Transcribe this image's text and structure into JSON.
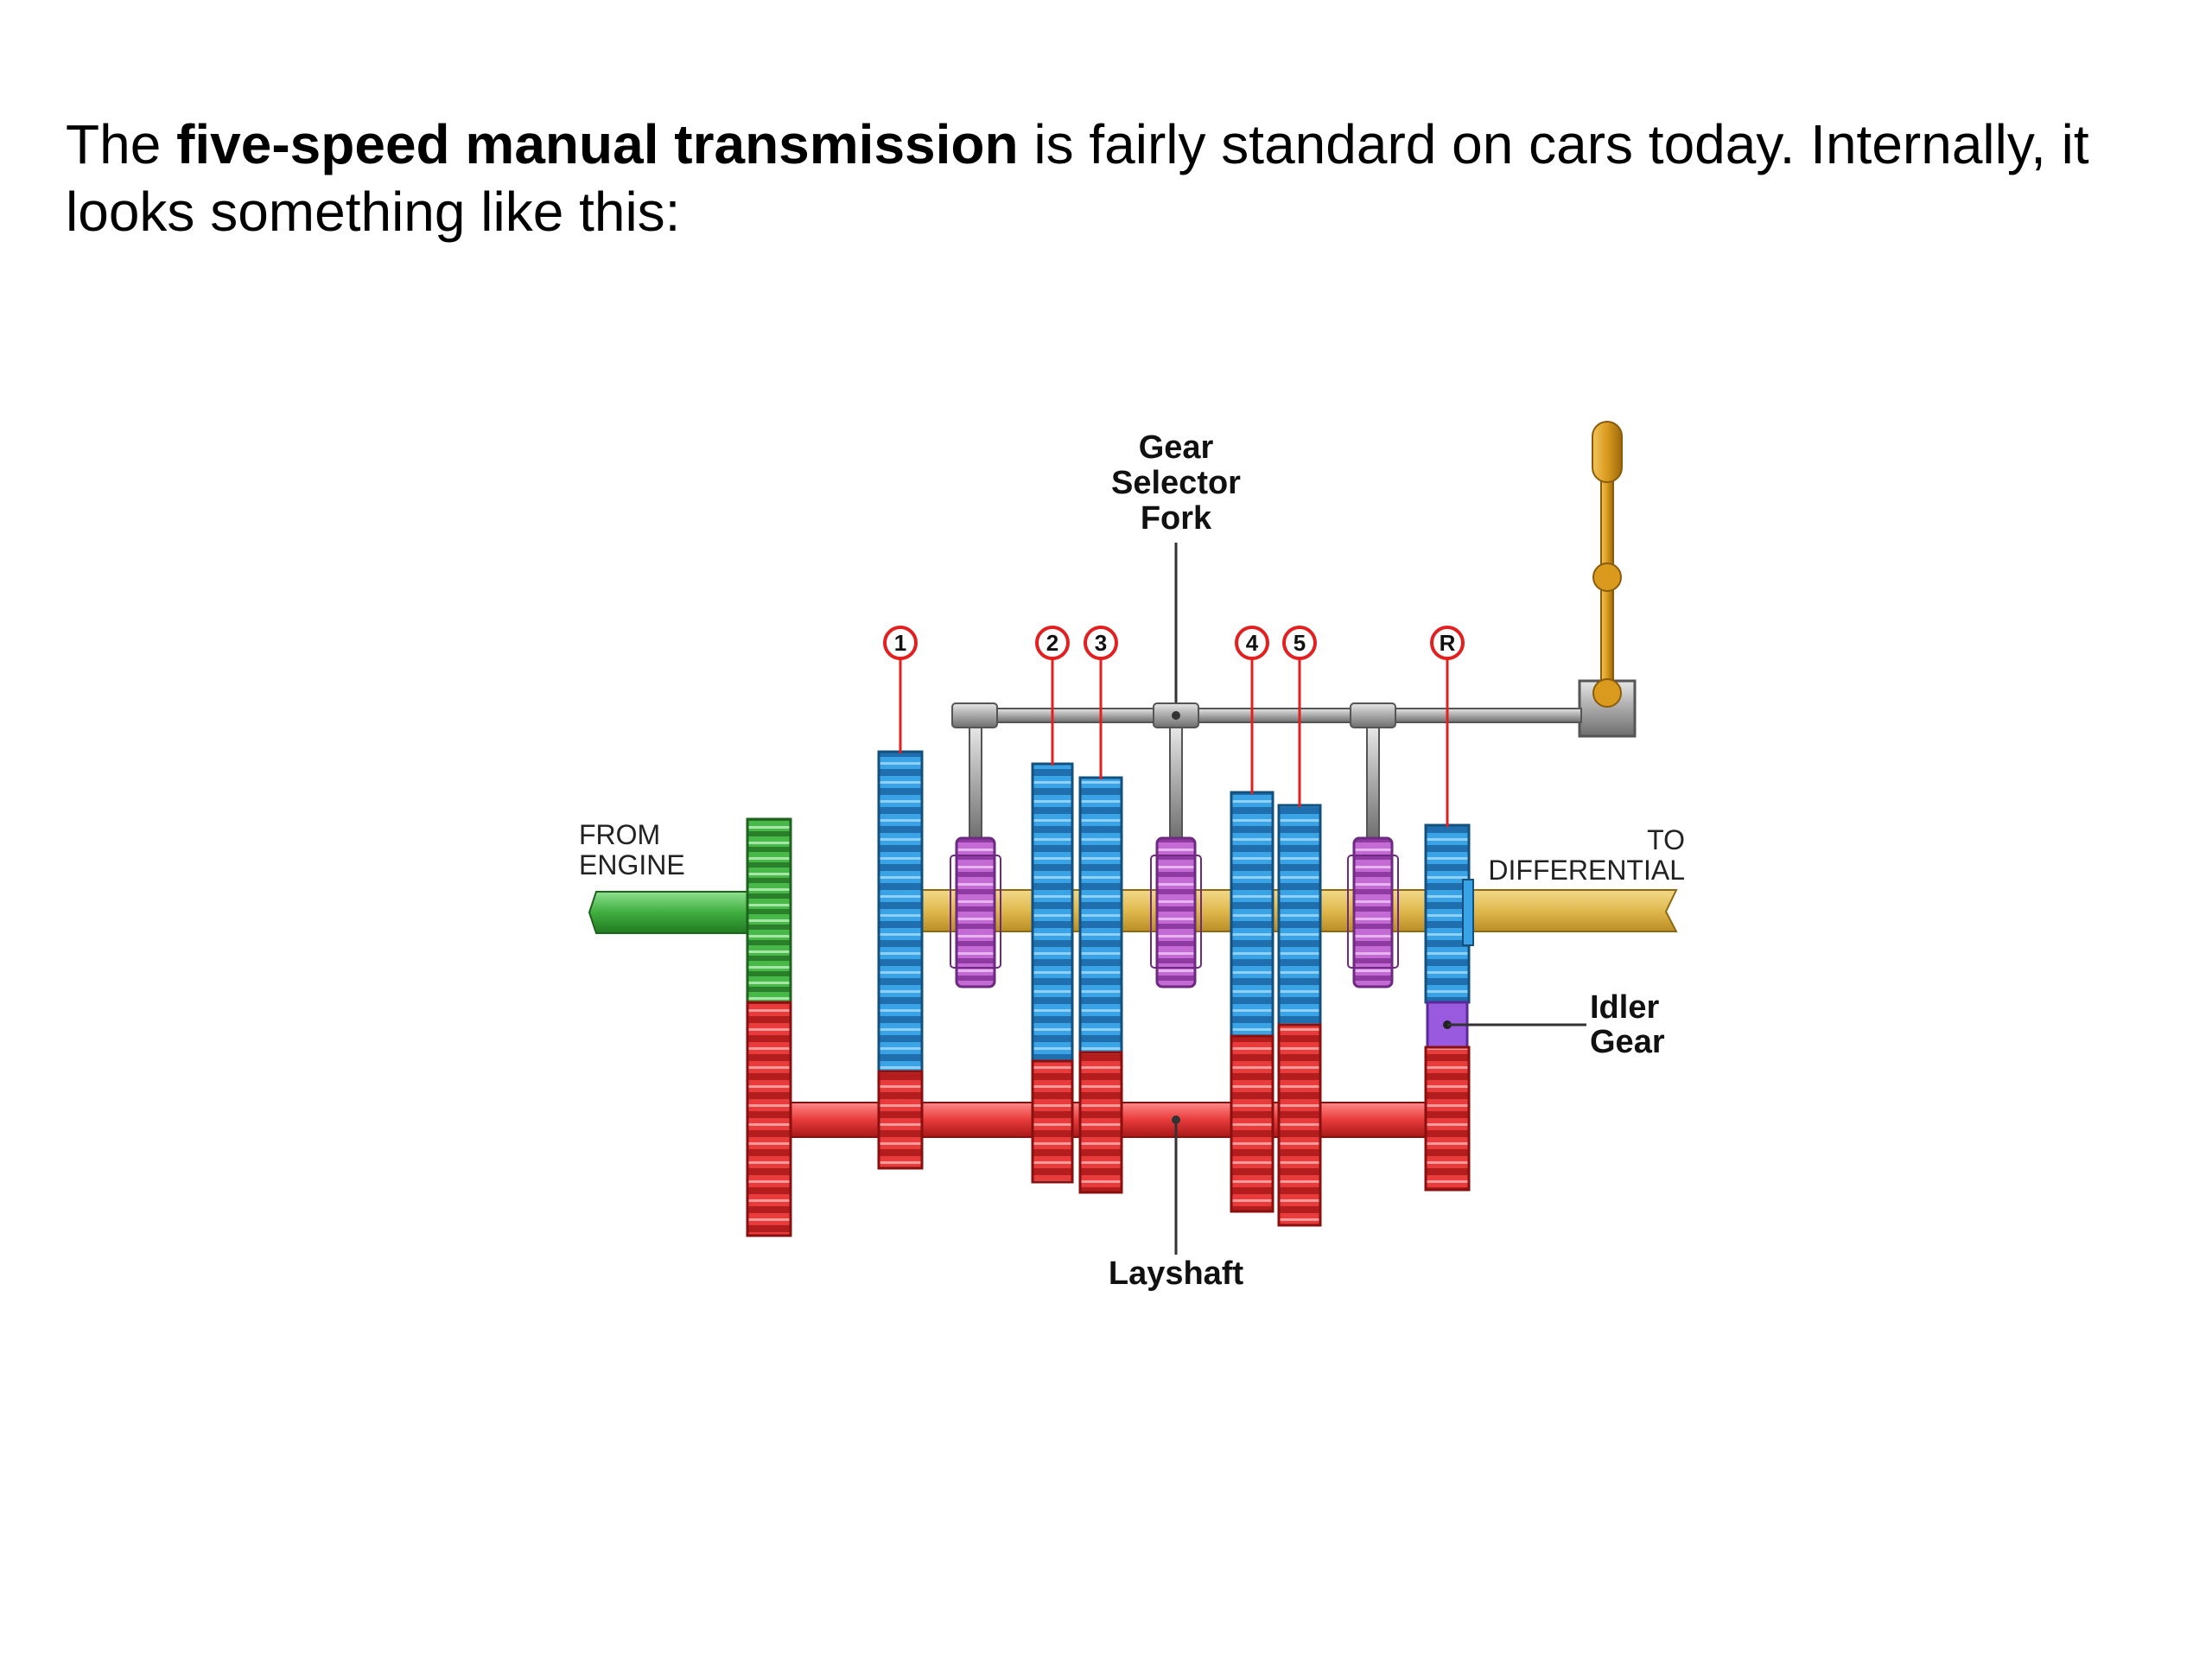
{
  "intro": {
    "prefix": "The ",
    "bold": "five-speed manual transmission",
    "suffix": " is fairly standard on cars today. Internally, it looks something like this:"
  },
  "diagram": {
    "labels": {
      "fork_line1": "Gear",
      "fork_line2": "Selector",
      "fork_line3": "Fork",
      "from_line1": "FROM",
      "from_line2": "ENGINE",
      "to_line1": "TO",
      "to_line2": "DIFFERENTIAL",
      "idler_line1": "Idler",
      "idler_line2": "Gear",
      "layshaft": "Layshaft"
    },
    "gear_markers": [
      "1",
      "2",
      "3",
      "4",
      "5",
      "R"
    ],
    "colors": {
      "input_shaft": "#3fae3f",
      "output_shaft": "#e4c35a",
      "output_gears": "#3aa3e6",
      "layshaft_gears": "#e83b3b",
      "collars": "#c46ad4",
      "idler": "#9a5ae0",
      "marker": "#e32020",
      "selector": "#a8a8a8",
      "lever": "#d99a1e"
    }
  }
}
